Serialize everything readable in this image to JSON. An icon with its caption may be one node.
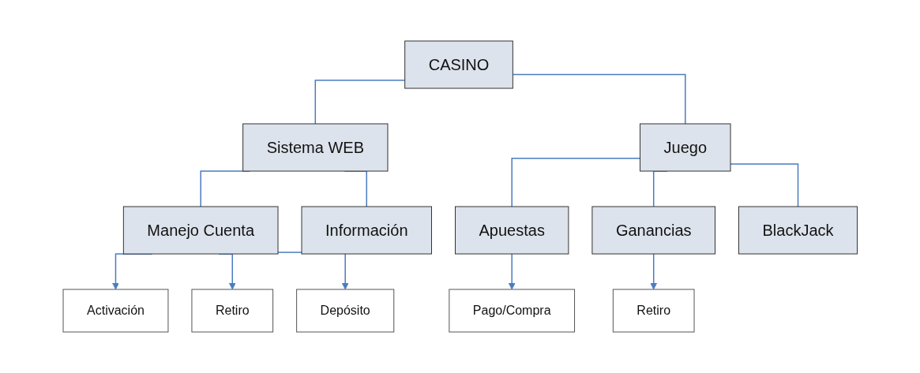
{
  "diagram": {
    "nodes": [
      {
        "text": [
          "CASINO"
        ]
      },
      {
        "text": [
          "Sistema WEB"
        ]
      },
      {
        "text": [
          "Juego"
        ]
      },
      {
        "text": [
          "Manejo Cuenta"
        ]
      },
      {
        "text": [
          "Información"
        ]
      },
      {
        "text": [
          "Apuestas"
        ]
      },
      {
        "text": [
          "Ganancias"
        ]
      },
      {
        "text": [
          "BlackJack"
        ]
      },
      {
        "text": [
          "Activación"
        ]
      },
      {
        "text": [
          "Retiro"
        ]
      },
      {
        "text": [
          "Depósito"
        ]
      },
      {
        "text": [
          "Pago/Compra"
        ]
      },
      {
        "text": [
          "Retiro"
        ]
      }
    ],
    "edges": [
      {
        "from": 0,
        "to": 1,
        "arrow": "none"
      },
      {
        "from": 0,
        "to": 2,
        "arrow": "none"
      },
      {
        "from": 1,
        "to": 3,
        "arrow": "none"
      },
      {
        "from": 1,
        "to": 4,
        "arrow": "none"
      },
      {
        "from": 2,
        "to": 5,
        "arrow": "none"
      },
      {
        "from": 2,
        "to": 6,
        "arrow": "none"
      },
      {
        "from": 2,
        "to": 7,
        "arrow": "none"
      },
      {
        "from": 3,
        "to": 8,
        "arrow": "to"
      },
      {
        "from": 3,
        "to": 9,
        "arrow": "to"
      },
      {
        "from": 3,
        "to": 10,
        "arrow": "to"
      },
      {
        "from": 5,
        "to": 11,
        "arrow": "to"
      },
      {
        "from": 6,
        "to": 12,
        "arrow": "to"
      }
    ]
  }
}
